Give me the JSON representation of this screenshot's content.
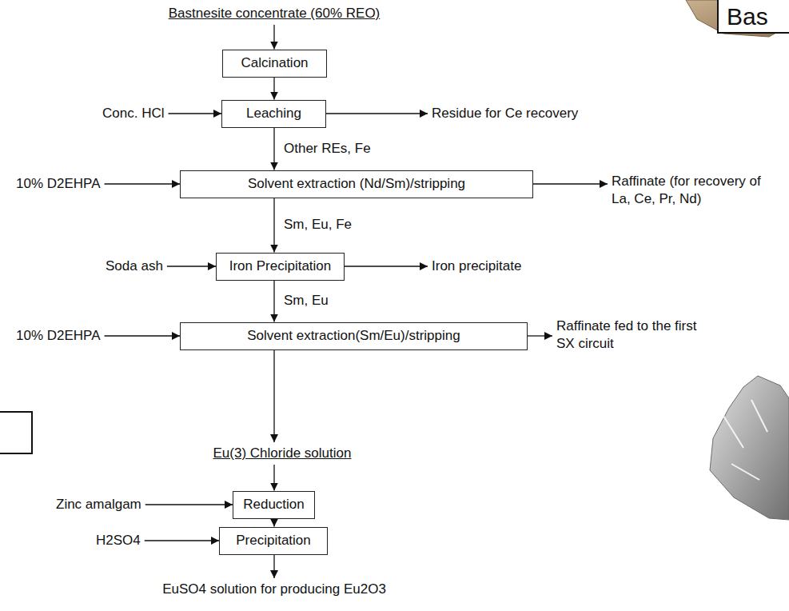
{
  "diagram": {
    "nodes": [
      {
        "text": [
          "Bastnesite concentrate (60% REO)"
        ]
      },
      {
        "text": [
          "Calcination"
        ]
      },
      {
        "text": [
          "Conc. HCl"
        ]
      },
      {
        "text": [
          "Leaching"
        ]
      },
      {
        "text": [
          "Residue for Ce recovery"
        ]
      },
      {
        "text": [
          "10% D2EHPA"
        ]
      },
      {
        "text": [
          "Solvent extraction (Nd/Sm)/stripping"
        ]
      },
      {
        "text": [
          "Raffinate (for recovery of La, Ce, Pr, Nd)"
        ]
      },
      {
        "text": [
          "Soda ash"
        ]
      },
      {
        "text": [
          "Iron Precipitation"
        ]
      },
      {
        "text": [
          "Iron precipitate"
        ]
      },
      {
        "text": [
          "10% D2EHPA"
        ]
      },
      {
        "text": [
          "Solvent extraction(Sm/Eu)/stripping"
        ]
      },
      {
        "text": [
          "Raffinate fed to the first SX circuit"
        ]
      },
      {
        "text": [
          "Eu(3) Chloride solution"
        ]
      },
      {
        "text": [
          "Zinc amalgam"
        ]
      },
      {
        "text": [
          "Reduction"
        ]
      },
      {
        "text": [
          "H2SO4"
        ]
      },
      {
        "text": [
          "Precipitation"
        ]
      },
      {
        "text": [
          "EuSO4 solution for producing Eu2O3"
        ]
      },
      {
        "text": [
          "Bas"
        ]
      }
    ],
    "edges": [
      {
        "from": 0,
        "to": 1,
        "arrow": "to"
      },
      {
        "from": 1,
        "to": 3,
        "arrow": "to"
      },
      {
        "from": 2,
        "to": 3,
        "arrow": "to"
      },
      {
        "from": 3,
        "to": 4,
        "arrow": "to"
      },
      {
        "from": 3,
        "to": 6,
        "label": "Other REs, Fe",
        "arrow": "to"
      },
      {
        "from": 5,
        "to": 6,
        "arrow": "to"
      },
      {
        "from": 6,
        "to": 7,
        "arrow": "to"
      },
      {
        "from": 6,
        "to": 9,
        "label": "Sm, Eu, Fe",
        "arrow": "to"
      },
      {
        "from": 8,
        "to": 9,
        "arrow": "to"
      },
      {
        "from": 9,
        "to": 10,
        "arrow": "to"
      },
      {
        "from": 9,
        "to": 12,
        "label": "Sm, Eu",
        "arrow": "to"
      },
      {
        "from": 11,
        "to": 12,
        "arrow": "to"
      },
      {
        "from": 12,
        "to": 13,
        "arrow": "to"
      },
      {
        "from": 12,
        "to": 14,
        "arrow": "to"
      },
      {
        "from": 14,
        "to": 16,
        "arrow": "to"
      },
      {
        "from": 15,
        "to": 16,
        "arrow": "to"
      },
      {
        "from": 16,
        "to": 18,
        "arrow": "to"
      },
      {
        "from": 17,
        "to": 18,
        "arrow": "to"
      },
      {
        "from": 18,
        "to": 19,
        "arrow": "to"
      }
    ]
  }
}
